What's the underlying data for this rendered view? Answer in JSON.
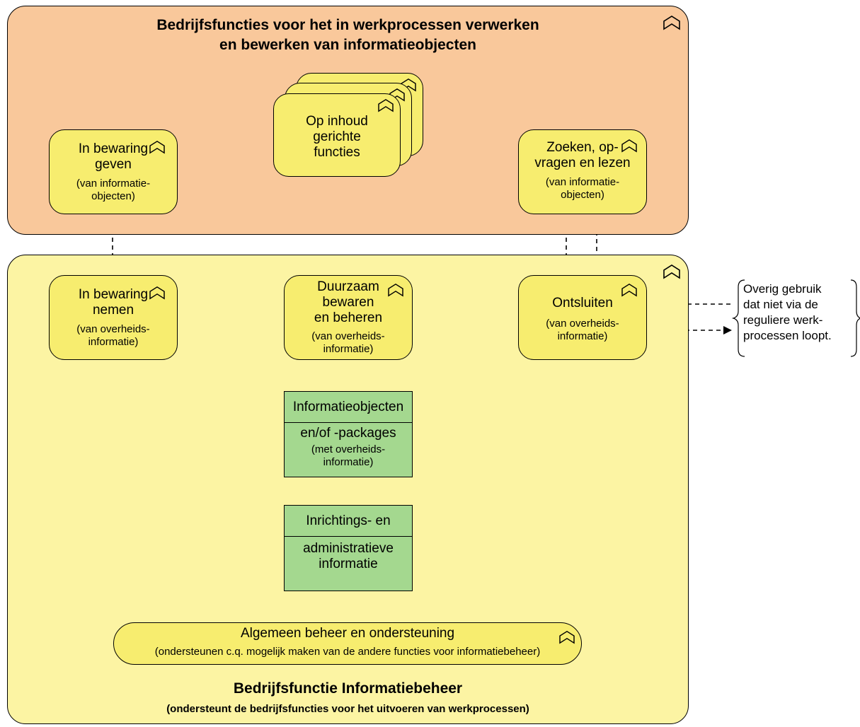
{
  "top_region": {
    "title_line1": "Bedrijfsfuncties voor het in werkprocessen verwerken",
    "title_line2": "en bewerken van informatieobjecten"
  },
  "bottom_region": {
    "title": "Bedrijfsfunctie Informatiebeheer",
    "subtitle": "(ondersteunt de bedrijfsfuncties voor het uitvoeren van werkprocessen)"
  },
  "functions": {
    "in_bewaring_geven": {
      "line1": "In bewaring",
      "line2": "geven",
      "sub1": "(van informatie-",
      "sub2": "objecten)"
    },
    "op_inhoud": {
      "line1": "Op inhoud",
      "line2": "gerichte",
      "line3": "functies"
    },
    "zoeken": {
      "line1": "Zoeken, op-",
      "line2": "vragen en lezen",
      "sub1": "(van informatie-",
      "sub2": "objecten)"
    },
    "in_bewaring_nemen": {
      "line1": "In bewaring",
      "line2": "nemen",
      "sub1": "(van overheids-",
      "sub2": "informatie)"
    },
    "duurzaam": {
      "line1": "Duurzaam",
      "line2": "bewaren",
      "line3": "en beheren",
      "sub1": "(van overheids-",
      "sub2": "informatie)"
    },
    "ontsluiten": {
      "line1": "Ontsluiten",
      "sub1": "(van overheids-",
      "sub2": "informatie)"
    },
    "algemeen": {
      "line1": "Algemeen beheer en ondersteuning",
      "sub1": "(ondersteunen c.q. mogelijk maken van de andere functies voor informatiebeheer)"
    }
  },
  "objects": {
    "informatieobjecten": {
      "header": "Informatieobjecten",
      "line1": "en/of -packages",
      "sub1": "(met overheids-",
      "sub2": "informatie)"
    },
    "inrichtings": {
      "header": "Inrichtings- en",
      "line1": "administratieve",
      "line2": "informatie"
    }
  },
  "note": {
    "line1": "Overig gebruik",
    "line2": "dat niet via de",
    "line3": "reguliere werk-",
    "line4": "processen loopt."
  },
  "icons": {
    "function": "business-function-icon"
  },
  "colors": {
    "top_region": "#f9c89b",
    "bottom_region": "#fcf4a3",
    "function": "#f7ed6f",
    "object": "#a4d88f",
    "line": "#000000"
  }
}
